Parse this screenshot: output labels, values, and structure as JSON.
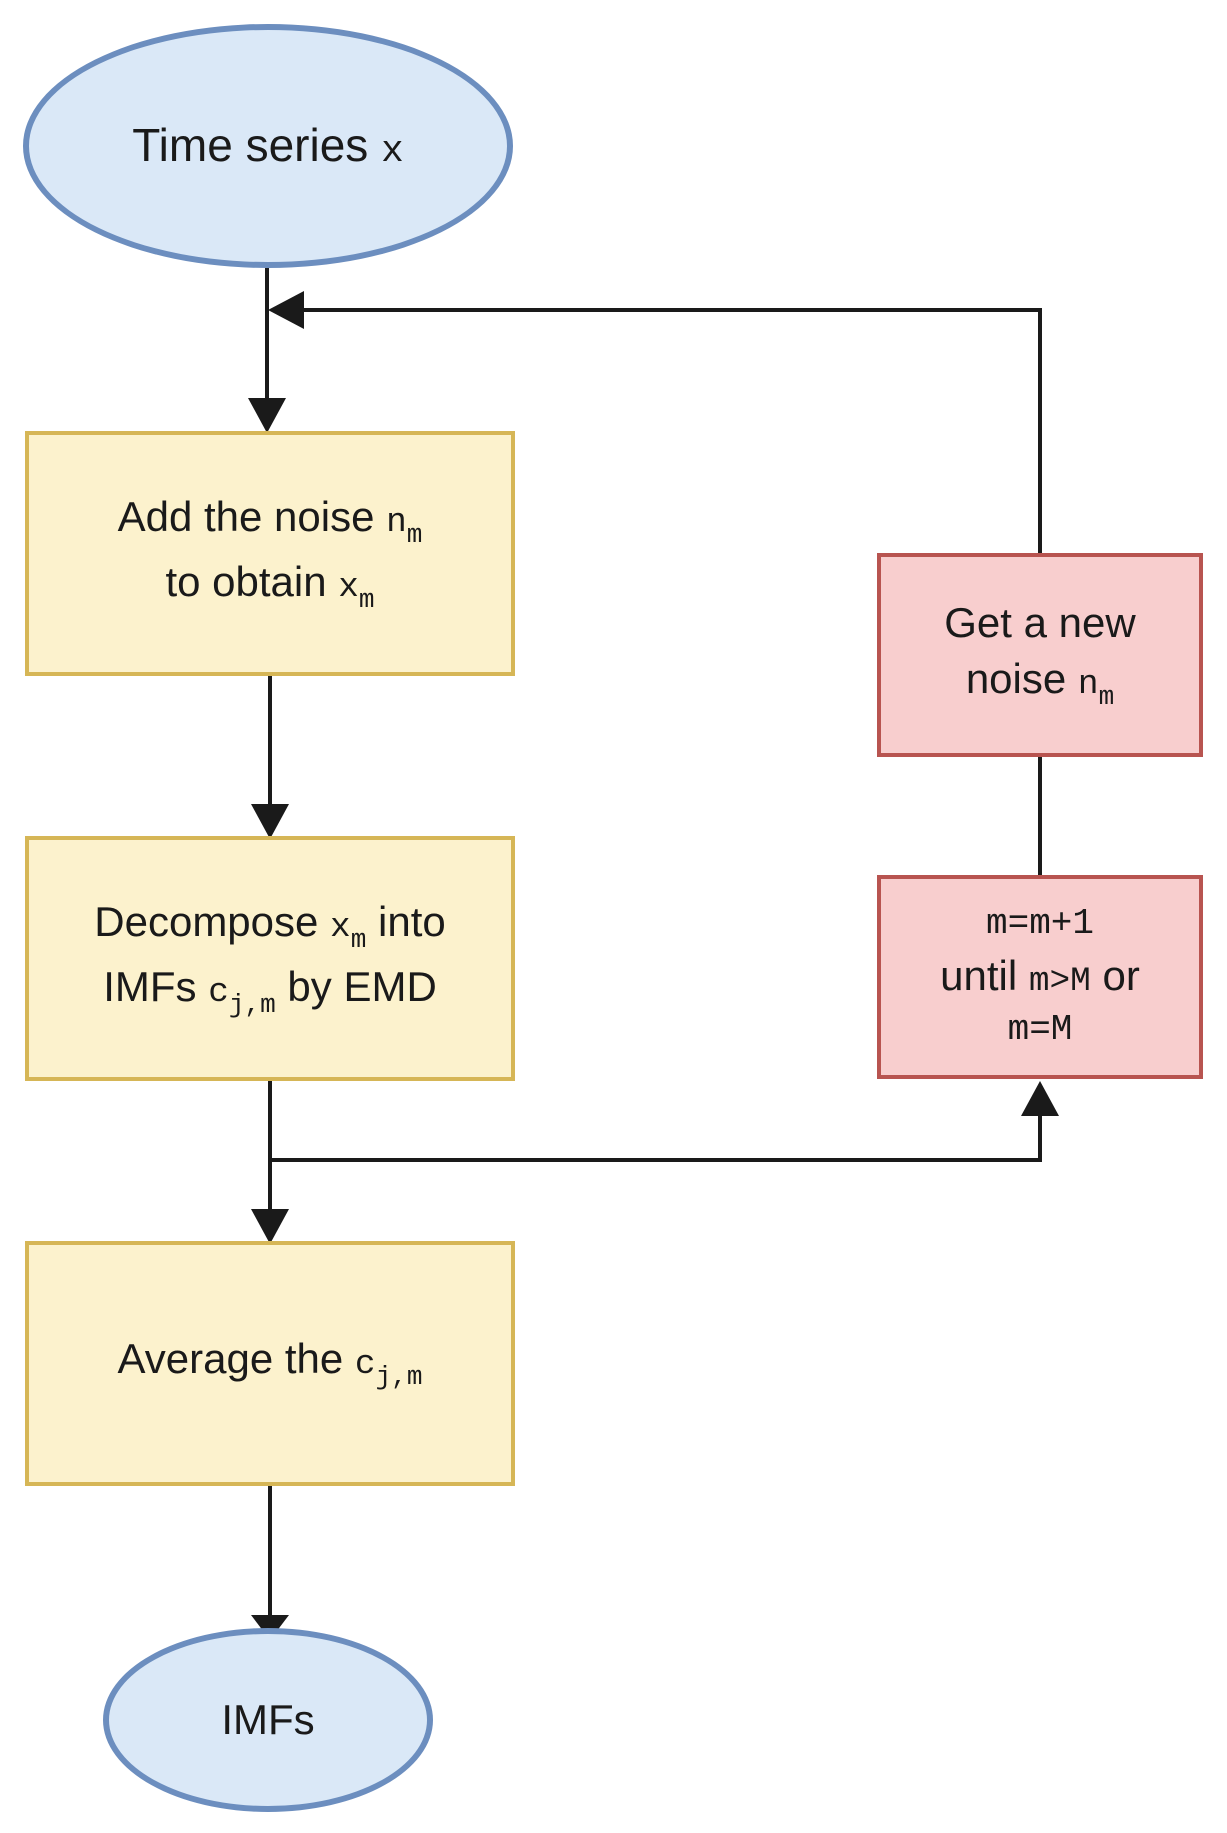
{
  "nodes": {
    "start": {
      "text": "Time series",
      "var": "x"
    },
    "add_noise": {
      "line1_text": "Add the noise",
      "line1_var": "n",
      "line1_sub": "m",
      "line2_text": "to obtain",
      "line2_var": "x",
      "line2_sub": "m"
    },
    "decompose": {
      "line1_text": "Decompose",
      "line1_var": "x",
      "line1_sub": "m",
      "line1_after": "into",
      "line2_text": "IMFs",
      "line2_var": "c",
      "line2_sub": "j,m",
      "line2_after": "by EMD"
    },
    "average": {
      "text": "Average the",
      "var": "c",
      "sub": "j,m"
    },
    "end": {
      "text": "IMFs"
    },
    "new_noise": {
      "line1_text": "Get a new",
      "line2_text": "noise",
      "line2_var": "n",
      "line2_sub": "m"
    },
    "counter": {
      "line1_code": "m=m+1",
      "line2_text": "until",
      "line2_code": "m>M",
      "line2_after": "or",
      "line3_code": "m=M"
    }
  },
  "colors": {
    "ellipse_fill": "#dae8f7",
    "ellipse_stroke": "#6c8ebf",
    "process_fill": "#fcf2cd",
    "process_stroke": "#d6b656",
    "loop_fill": "#f8cece",
    "loop_stroke": "#b85450",
    "arrow": "#1a1a1a"
  }
}
